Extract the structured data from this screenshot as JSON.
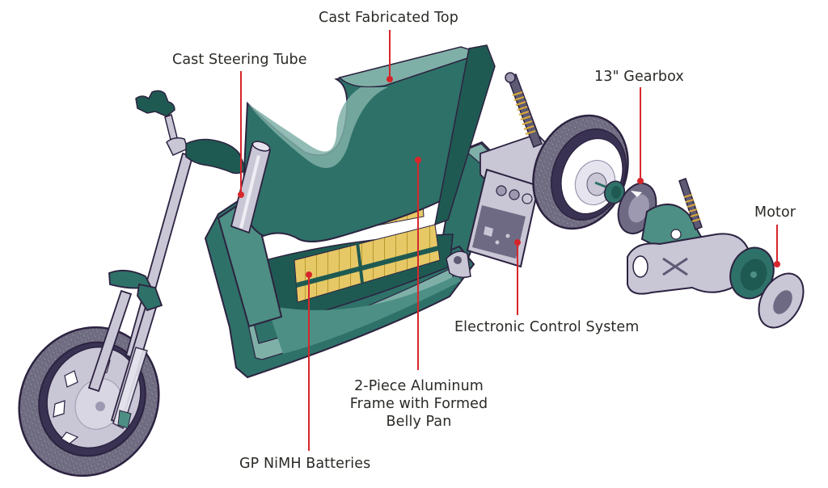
{
  "diagram": {
    "subject": "Exploded view of electric motorcycle",
    "colors": {
      "frame_teal": "#2e7168",
      "frame_teal_light": "#7fb0a8",
      "frame_teal_dark": "#1f5a52",
      "outline": "#2c2240",
      "metal_light": "#c9c6d6",
      "metal_mid": "#9d99b0",
      "metal_dark": "#5e5a74",
      "tire": "#6e6b80",
      "battery_yellow": "#e6c866",
      "battery_line": "#c9a83a",
      "spring": "#d9a93a",
      "leader_red": "#d7262b",
      "text": "#2b2a26"
    },
    "callouts": [
      {
        "id": "cast-fabricated-top",
        "label": "Cast Fabricated Top"
      },
      {
        "id": "cast-steering-tube",
        "label": "Cast Steering Tube"
      },
      {
        "id": "gearbox",
        "label": "13\" Gearbox"
      },
      {
        "id": "motor",
        "label": "Motor"
      },
      {
        "id": "electronic-control-system",
        "label": "Electronic Control System"
      },
      {
        "id": "aluminum-frame",
        "label_lines": [
          "2-Piece Aluminum",
          "Frame with Formed",
          "Belly Pan"
        ]
      },
      {
        "id": "batteries",
        "label": "GP NiMH Batteries"
      }
    ]
  }
}
